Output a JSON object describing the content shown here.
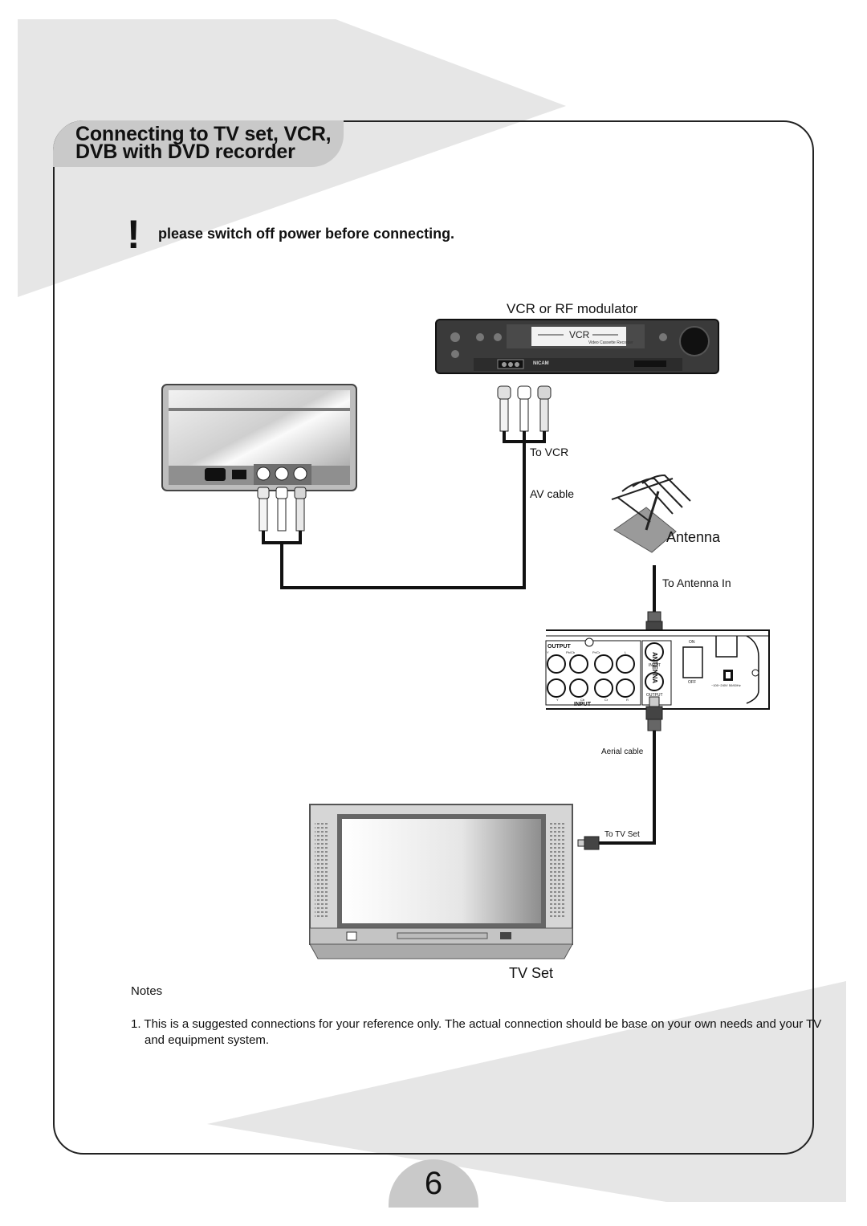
{
  "title_lines": [
    "Connecting to TV set, VCR,",
    "DVB with DVD recorder"
  ],
  "warning": {
    "mark": "!",
    "text": "please switch off power before connecting."
  },
  "diagram": {
    "vcr_caption": "VCR or RF modulator",
    "vcr_badge": "VCR",
    "vcr_badge_sub": "Video Cassette Recorder",
    "vcr_brand_small": "NICAM",
    "to_vcr": "To VCR",
    "av_cable": "AV cable",
    "antenna": "Antenna",
    "to_antenna_in": "To Antenna In",
    "panel": {
      "output": "OUTPUT",
      "input": "INPUT",
      "antenna": "ANTENNA",
      "ant_input": "INPUT",
      "ant_output": "OUTPUT",
      "on": "ON",
      "off": "OFF",
      "power_spec": "~100~240V 50/60Hz",
      "jack_labels_top": [
        "Y",
        "Pb/Cb",
        "Pr/Cr",
        "L"
      ],
      "jack_labels_bottom": [
        "Y",
        "Cb",
        "Cr",
        "R"
      ]
    },
    "aerial_cable": "Aerial cable",
    "to_tv_set": "To TV Set",
    "tv_set": "TV Set"
  },
  "notes": {
    "title": "Notes",
    "items": [
      "1. This is a suggested connections for your reference only. The actual connection should be base on your own needs and your TV and equipment system."
    ]
  },
  "page_number": "6"
}
